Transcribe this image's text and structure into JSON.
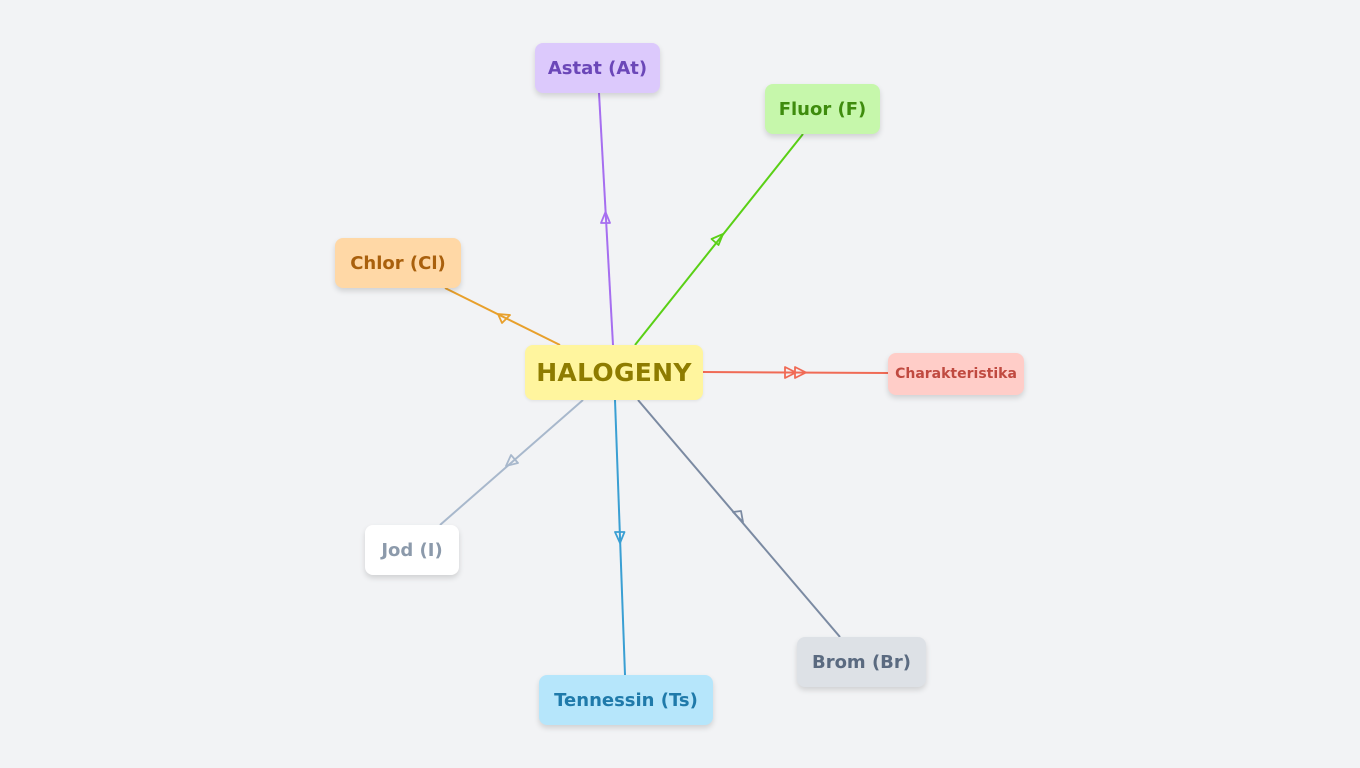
{
  "diagram": {
    "center": {
      "label": "HALOGENY",
      "color": "#fff59e"
    },
    "branches": [
      {
        "id": "astat",
        "label": "Astat (At)",
        "color": "#a66ef0"
      },
      {
        "id": "fluor",
        "label": "Fluor (F)",
        "color": "#5ad016"
      },
      {
        "id": "chlor",
        "label": "Chlor (Cl)",
        "color": "#e8a02c"
      },
      {
        "id": "charakteristika",
        "label": "Charakteristika",
        "color": "#f06a55"
      },
      {
        "id": "jod",
        "label": "Jod (I)",
        "color": "#a8b8cc"
      },
      {
        "id": "tennessin",
        "label": "Tennessin (Ts)",
        "color": "#3a9fd3"
      },
      {
        "id": "brom",
        "label": "Brom (Br)",
        "color": "#7b8aa2"
      }
    ]
  }
}
